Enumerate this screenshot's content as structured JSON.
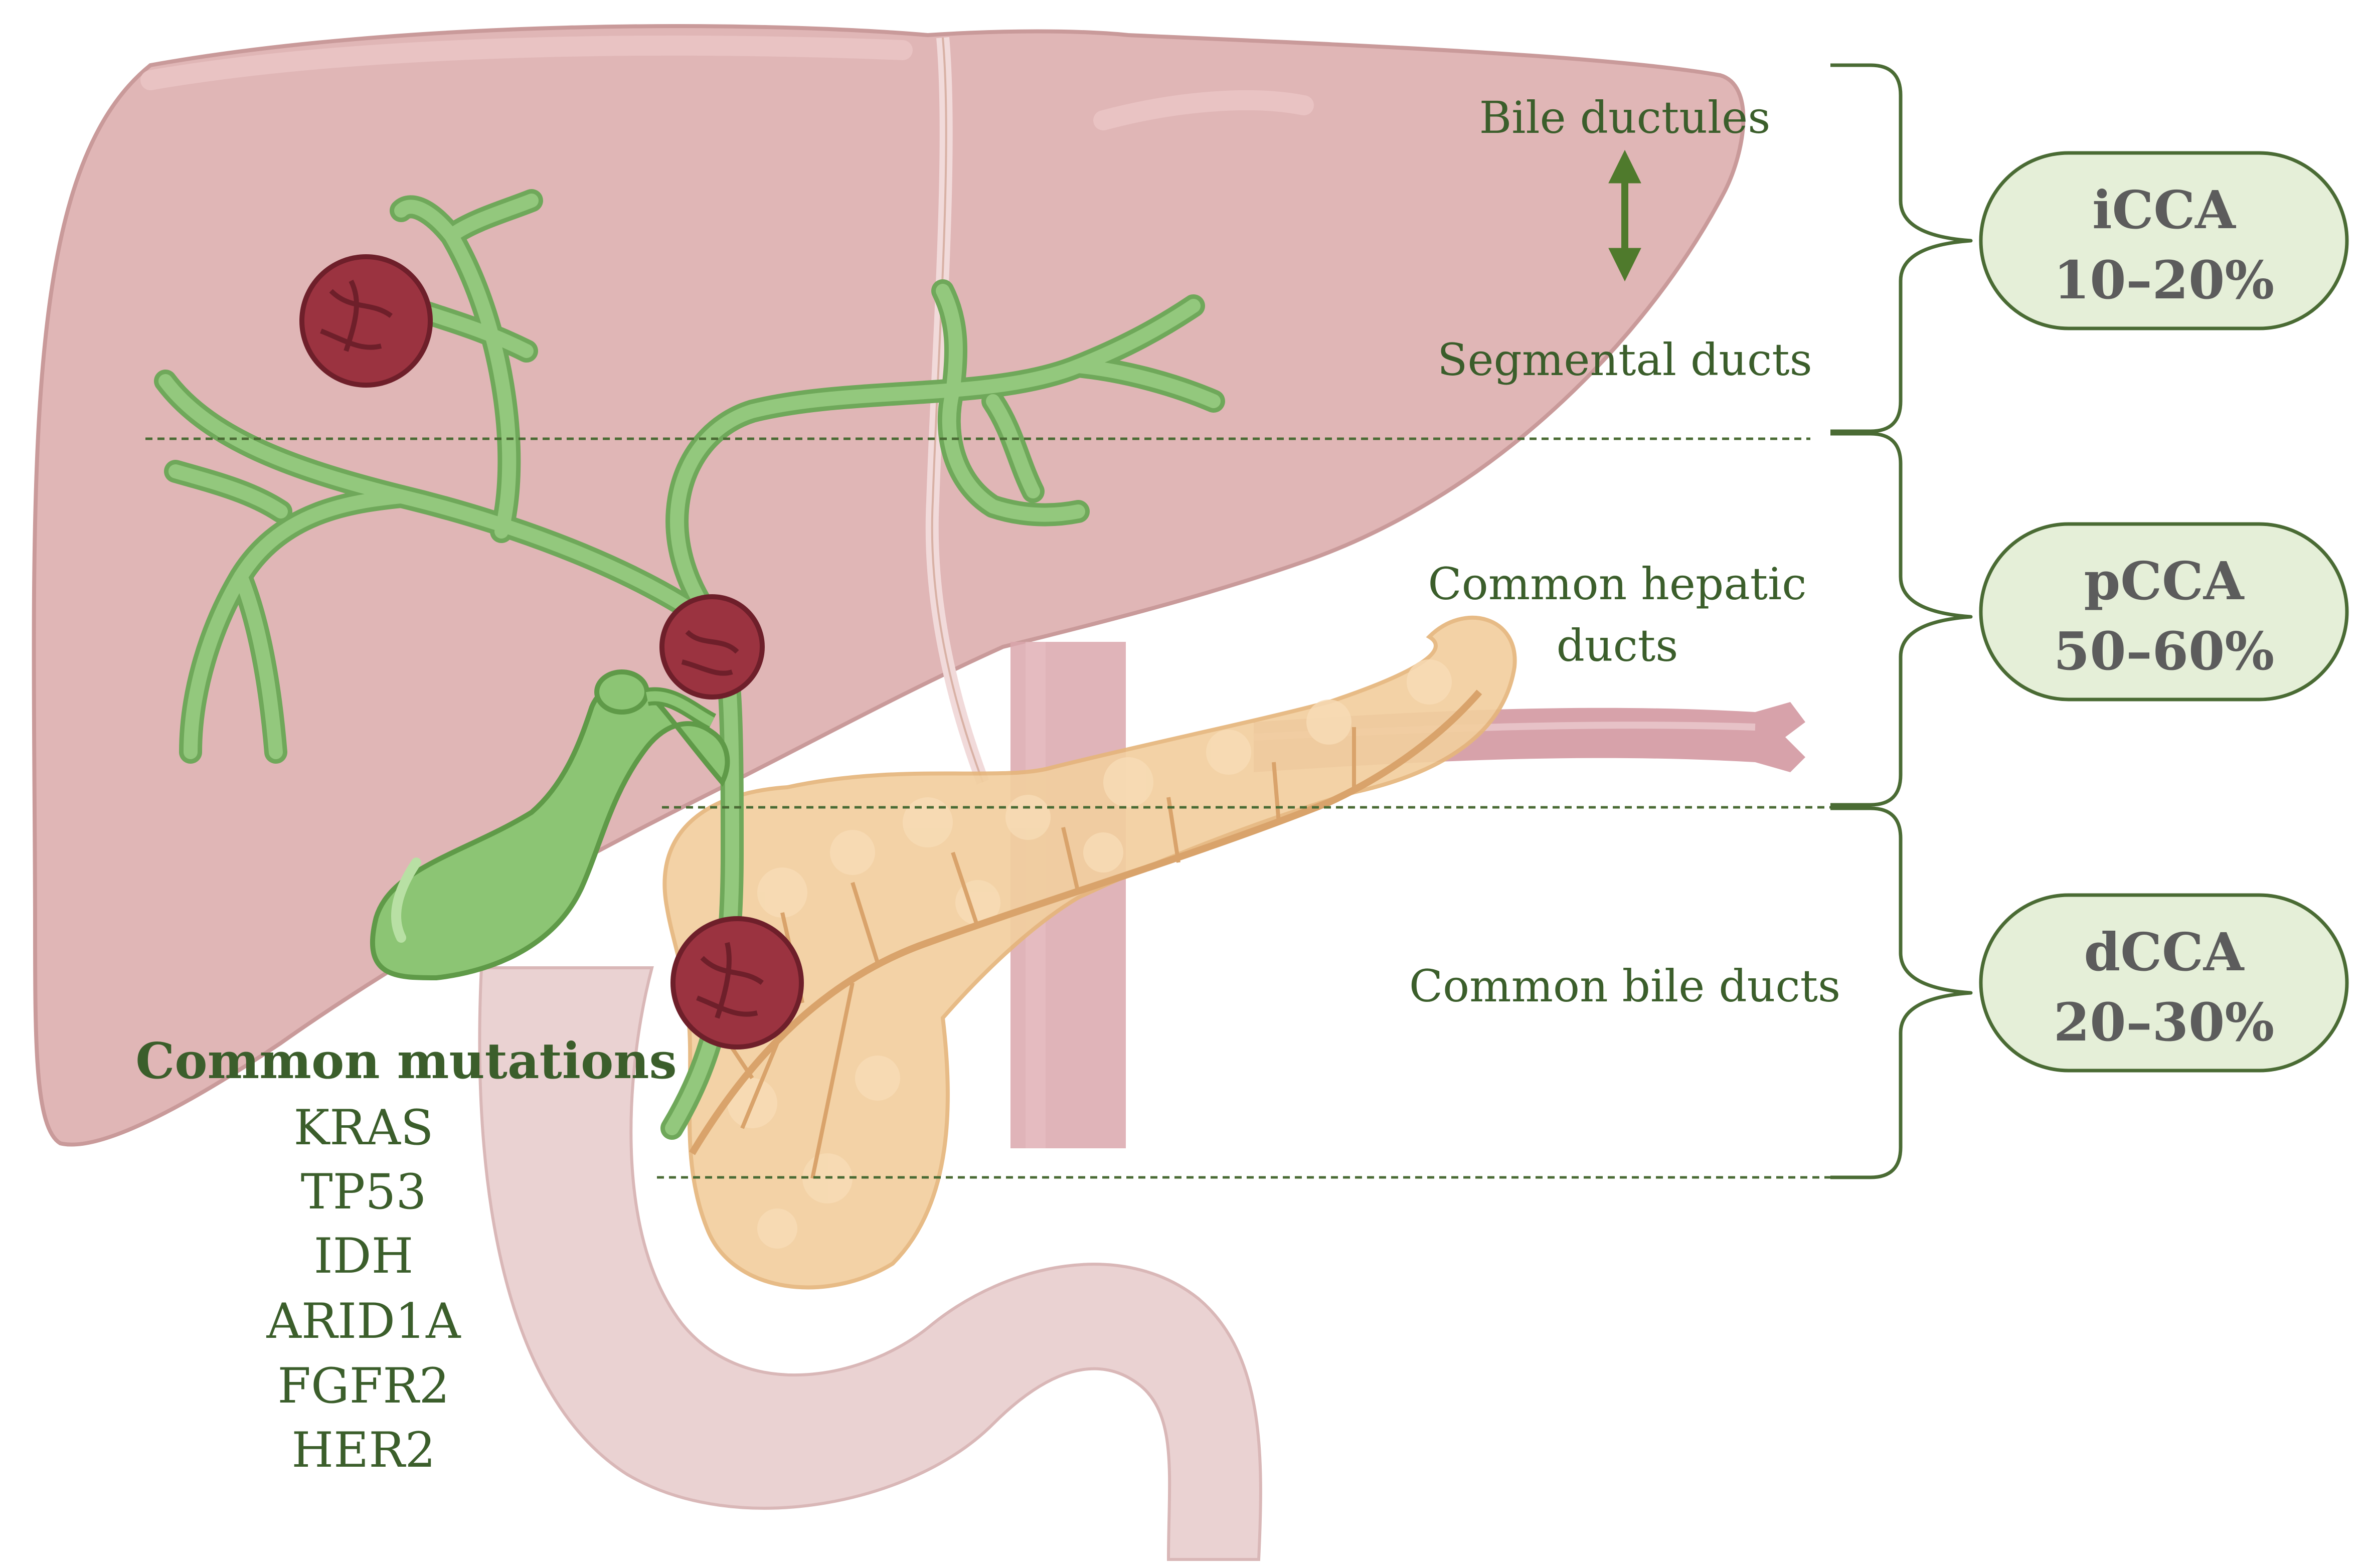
{
  "labels": {
    "bile_ductules": "Bile ductules",
    "segmental_ducts": "Segmental ducts",
    "common_hepatic_line1": "Common hepatic",
    "common_hepatic_line2": "ducts",
    "common_bile_ducts": "Common bile ducts"
  },
  "subtypes": [
    {
      "name": "iCCA",
      "range": "10–20%"
    },
    {
      "name": "pCCA",
      "range": "50–60%"
    },
    {
      "name": "dCCA",
      "range": "20–30%"
    }
  ],
  "mutations": {
    "title": "Common mutations",
    "items": [
      "KRAS",
      "TP53",
      "IDH",
      "ARID1A",
      "FGFR2",
      "HER2"
    ]
  },
  "colors": {
    "text_green": "#3b5e2b",
    "bracket": "#4a6b34",
    "arrow": "#4f7a2c",
    "pill_fill": "#e5efd8",
    "pill_stroke": "#4a6b34",
    "pill_text": "#5c5c5c",
    "liver": "#e0b6b6",
    "liver_edge": "#c99a9a",
    "duct": "#8fc57a",
    "gallbladder": "#8cc574",
    "tumor": "#9b3340",
    "pancreas": "#f2cf9f",
    "vessel": "#d7a2aa",
    "intestine": "#ead2d2"
  }
}
